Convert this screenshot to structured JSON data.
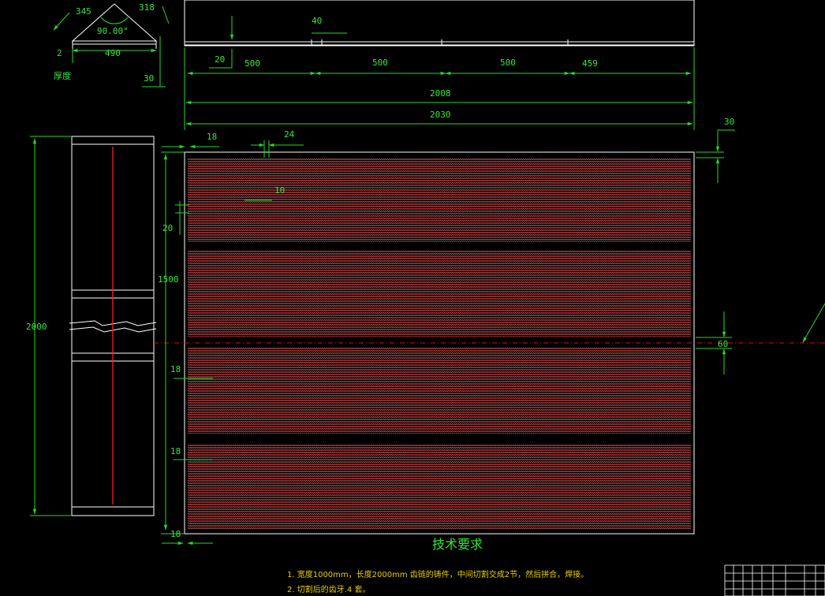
{
  "colors": {
    "background": "#000000",
    "dimension": "#22dd22",
    "outline": "#ffffff",
    "hatch": "#ff3b3b",
    "centerline": "#d01010",
    "note": "#e8d000"
  },
  "profile": {
    "dims": {
      "d345": "345",
      "d318": "318",
      "angle": "90.00°",
      "d490": "490",
      "d2": "2",
      "thickness_label": "厚度",
      "d30": "30"
    }
  },
  "top_view": {
    "dims": {
      "d40": "40",
      "d20": "20",
      "seg1": "500",
      "seg2": "500",
      "seg3": "500",
      "seg4": "459",
      "d2008": "2008",
      "d2030": "2030"
    }
  },
  "side_view": {
    "dims": {
      "d2000": "2000"
    }
  },
  "main_view": {
    "dims": {
      "d18_top": "18",
      "d24": "24",
      "d30_right": "30",
      "d20_left": "20",
      "d1500": "1500",
      "d18_a": "18",
      "d18_b": "18",
      "d18_bottom": "18",
      "d60": "60",
      "d10": "10"
    }
  },
  "notes": {
    "title": "技术要求",
    "line1": "1. 宽度1000mm，长度2000mm 齿链的铸件，中间切割交成2节，然后拼合，焊接。",
    "line2": "2. 切割后的齿牙.4 套。"
  }
}
